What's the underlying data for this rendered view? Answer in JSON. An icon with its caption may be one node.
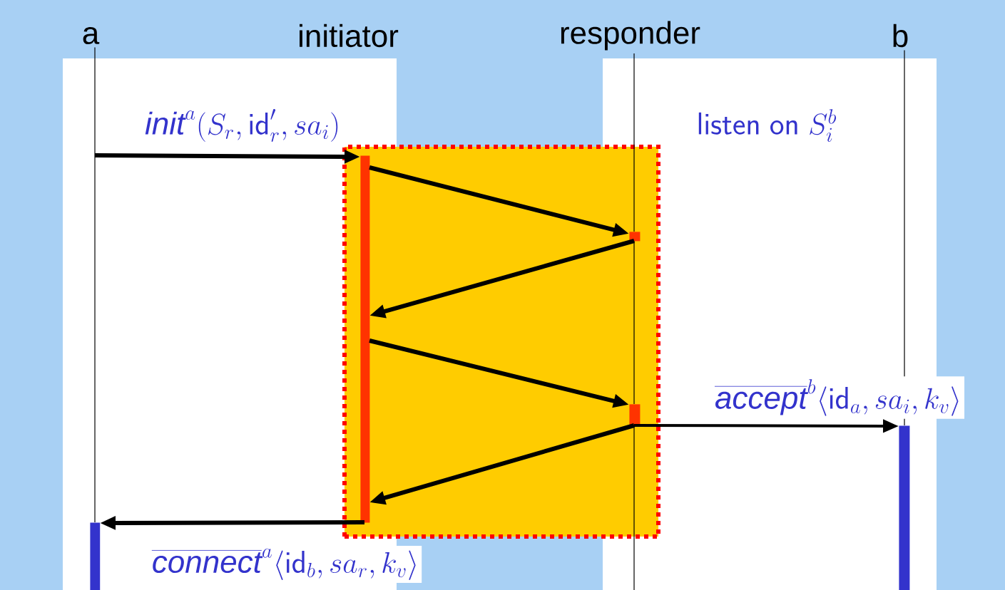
{
  "diagram": {
    "nodes": [
      {
        "text": [
          "a"
        ]
      },
      {
        "text": [
          "initiator"
        ]
      },
      {
        "text": [
          "responder"
        ]
      },
      {
        "text": [
          "b"
        ]
      },
      {
        "text": [],
        "shape": "box"
      },
      {
        "text": [],
        "shape": "bar",
        "in": 4
      },
      {
        "text": [],
        "shape": "bar",
        "in": 4
      },
      {
        "text": [],
        "shape": "bar",
        "in": 4
      },
      {
        "text": [],
        "shape": "bar"
      },
      {
        "text": [],
        "shape": "bar"
      }
    ],
    "edges": [
      {
        "from": null,
        "to": 5,
        "arrow": "to",
        "label": "\\mathit{init}^{a}(S_r,\\mathsf{id}'_r,sa_i)"
      },
      {
        "from": 5,
        "to": 6,
        "arrow": "to"
      },
      {
        "from": 6,
        "to": 5,
        "arrow": "to"
      },
      {
        "from": 5,
        "to": 7,
        "arrow": "to"
      },
      {
        "from": 7,
        "to": 5,
        "arrow": "to"
      },
      {
        "from": 7,
        "to": 8,
        "arrow": "to",
        "label": "\\overline{\\mathit{accept}}^{b}\\langle\\mathsf{id}_a,sa_i,k_v\\rangle"
      },
      {
        "from": 5,
        "to": 9,
        "arrow": "to",
        "label": "\\overline{\\mathit{connect}}^{a}\\langle\\mathsf{id}_b,sa_r,k_v\\rangle"
      },
      {
        "from": 0,
        "to": 9,
        "arrow": "none"
      },
      {
        "from": 3,
        "to": 8,
        "arrow": "none"
      },
      {
        "from": 2,
        "to": 6,
        "arrow": "none"
      },
      {
        "from": 6,
        "to": 7,
        "arrow": "none"
      },
      {
        "from": 7,
        "to": null,
        "arrow": "none"
      }
    ],
    "labels": [
      "\\mathsf{listen\\ on\\ }S_i^b"
    ]
  }
}
